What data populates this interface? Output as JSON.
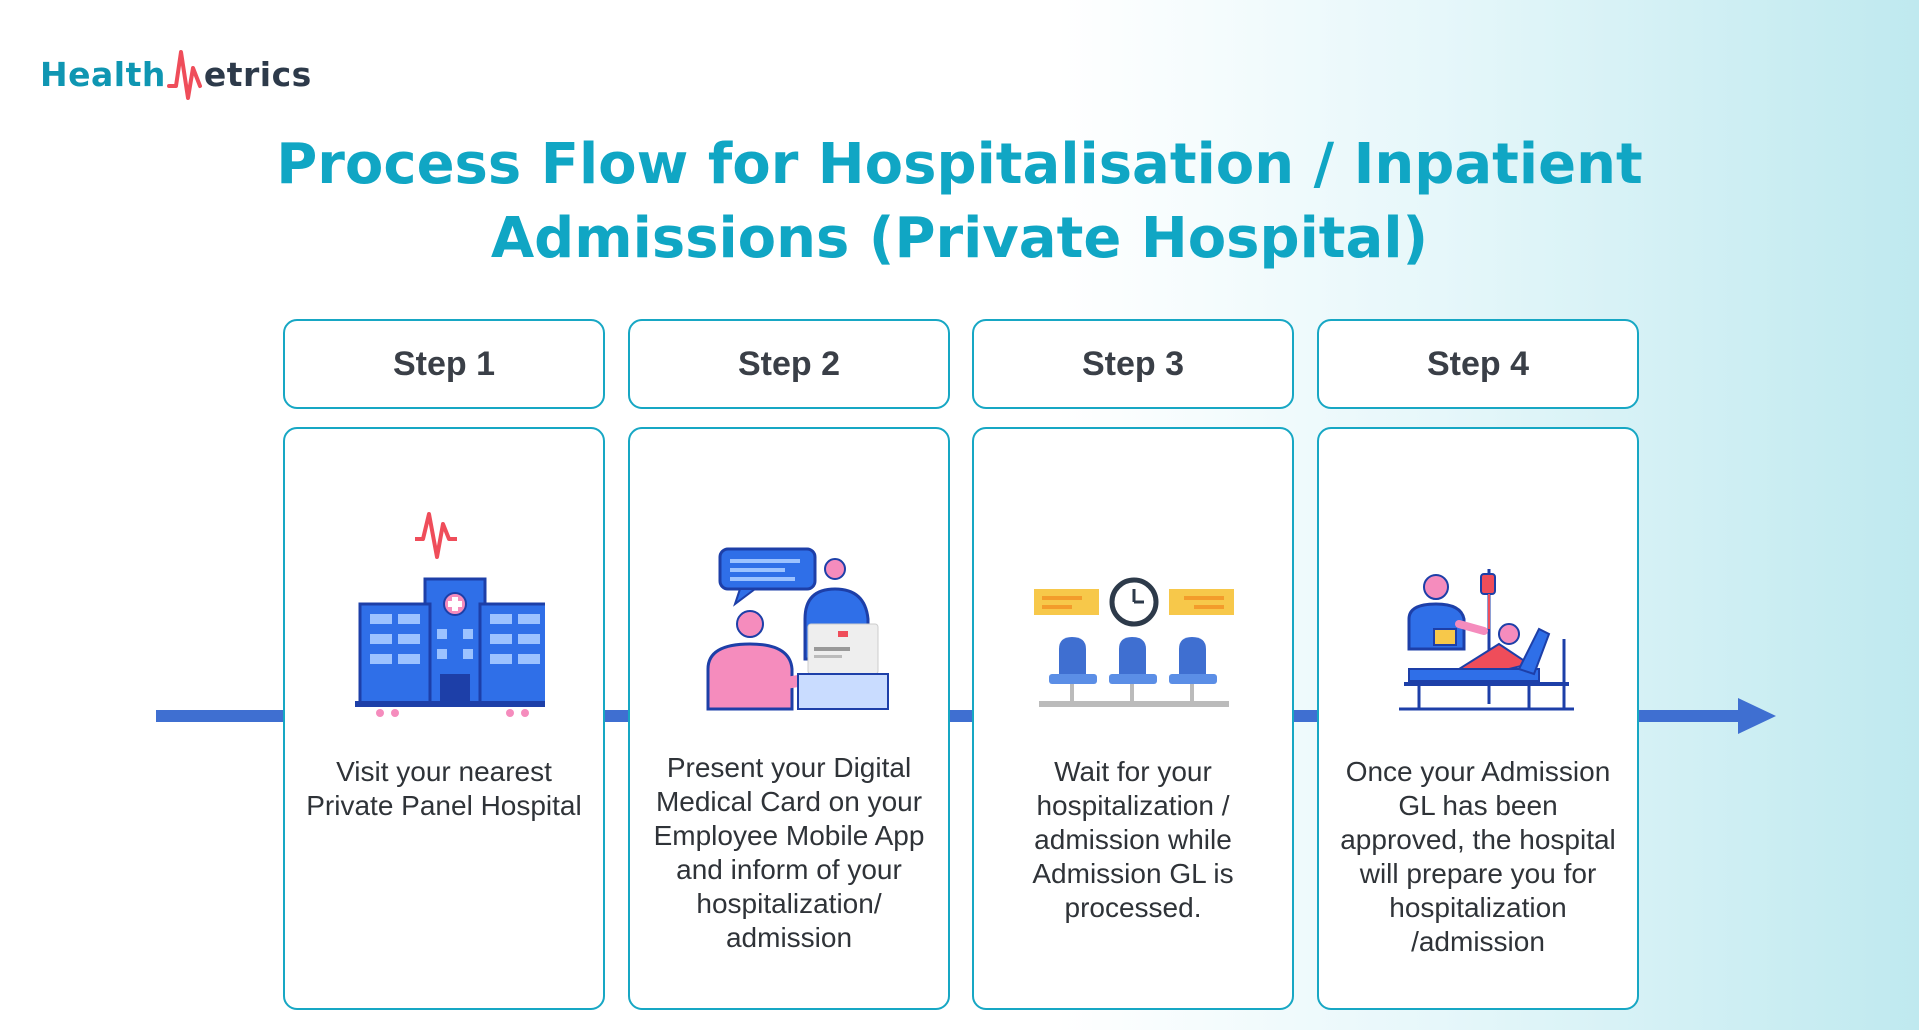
{
  "brand": {
    "part1": "Health",
    "part2": "etrics"
  },
  "title": {
    "line1": "Process Flow for Hospitalisation / Inpatient",
    "line2": "Admissions (Private Hospital)"
  },
  "steps": [
    {
      "label": "Step 1",
      "icon": "hospital-icon",
      "description": "Visit your nearest Private Panel Hospital"
    },
    {
      "label": "Step 2",
      "icon": "digital-medical-card-icon",
      "description": "Present your Digital Medical Card on your Employee Mobile App and inform of your hospitalization/ admission"
    },
    {
      "label": "Step 3",
      "icon": "waiting-room-icon",
      "description": "Wait for your hospitalization / admission while Admission GL is processed."
    },
    {
      "label": "Step 4",
      "icon": "hospital-bed-icon",
      "description": "Once your Admission GL has been approved, the hospital will prepare you for hospitalization /admission"
    }
  ],
  "colors": {
    "title": "#10a6c4",
    "border": "#17a7c4",
    "timeline": "#3f6fd1",
    "icon_blue": "#2f6fe8",
    "icon_pink": "#f58cbd",
    "icon_red": "#ef4d5a",
    "icon_yellow": "#f7c84a"
  }
}
